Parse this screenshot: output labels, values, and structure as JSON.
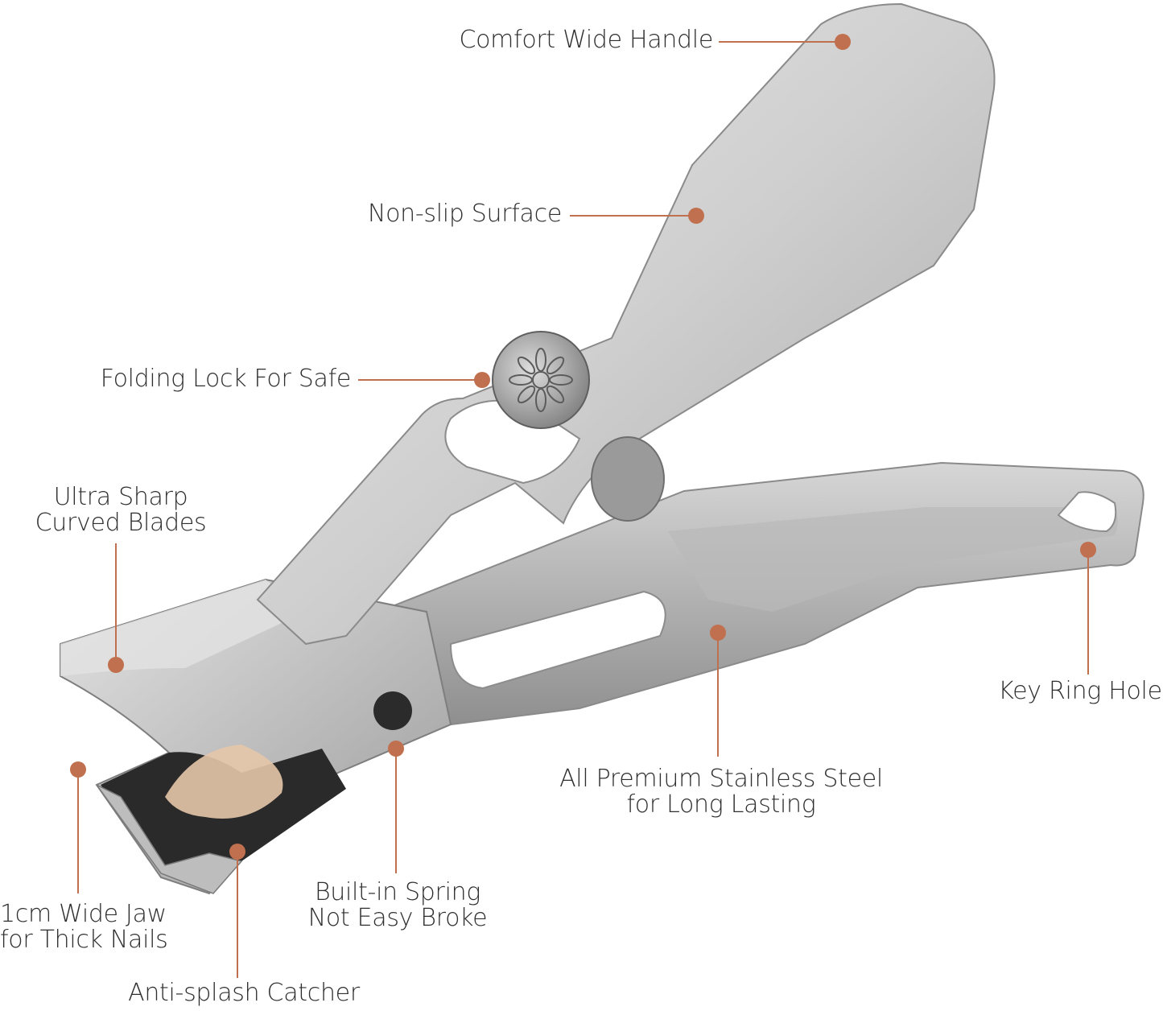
{
  "accent_color": "#c0704e",
  "metal_color": "#c9c9c9",
  "callouts": {
    "comfort_handle": {
      "line1": "Comfort Wide Handle"
    },
    "non_slip": {
      "line1": "Non-slip Surface"
    },
    "folding_lock": {
      "line1": "Folding Lock For Safe"
    },
    "sharp_blades": {
      "line1": "Ultra Sharp",
      "line2": "Curved Blades"
    },
    "key_ring": {
      "line1": "Key Ring Hole"
    },
    "stainless": {
      "line1": "All Premium Stainless Steel",
      "line2": "for Long Lasting"
    },
    "spring": {
      "line1": "Built-in Spring",
      "line2": "Not Easy Broke"
    },
    "wide_jaw": {
      "line1": "1cm Wide Jaw",
      "line2": "for Thick Nails"
    },
    "catcher": {
      "line1": "Anti-splash Catcher"
    }
  }
}
